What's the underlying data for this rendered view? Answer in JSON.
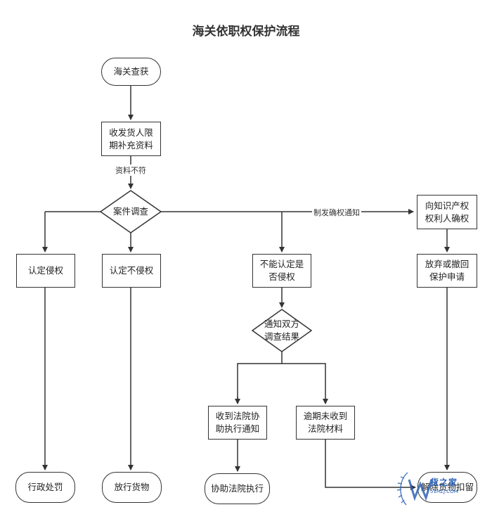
{
  "title": "海关依职权保护流程",
  "nodes": {
    "seize": "海关查获",
    "supplement": "收发货人限\n期补充资料",
    "investigate": "案件调查",
    "confirm_owner": "向知识产权\n权利人确权",
    "infringe": "认定侵权",
    "not_infringe": "认定不侵权",
    "cannot_determine": "不能认定是\n否侵权",
    "abandon": "放弃或撤回\n保护申请",
    "notify": "通知双方\n调查结果",
    "court_notice": "收到法院协\n助执行通知",
    "overdue": "逾期未收到\n法院材料",
    "penalty": "行政处罚",
    "release": "放行货物",
    "assist_court": "协助法院执行",
    "lift_detention": "解除货物扣留"
  },
  "edge_labels": {
    "docs_mismatch": "资料不符",
    "issue_notice": "制发确权通知"
  },
  "watermark": {
    "brand": "货之家",
    "url": "51HZJ.COM"
  },
  "colors": {
    "stroke": "#333333",
    "watermark": "#2e63b8"
  }
}
